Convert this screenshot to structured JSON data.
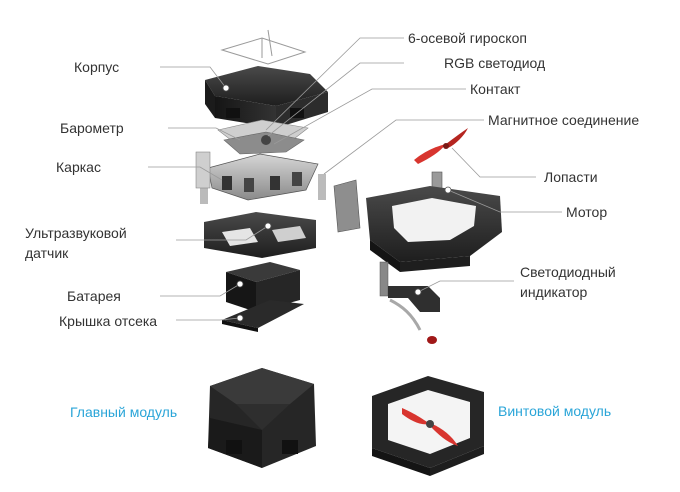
{
  "labels_left": {
    "korpus": "Корпус",
    "barometr": "Барометр",
    "karkas": "Каркас",
    "ultrasonic_1": "Ультразвуковой",
    "ultrasonic_2": "датчик",
    "battery": "Батарея",
    "cover": "Крышка отсека"
  },
  "labels_right": {
    "gyro": "6-осевой гироскоп",
    "rgb": "RGB светодиод",
    "contact": "Контакт",
    "magnetic": "Магнитное соединение",
    "blades": "Лопасти",
    "motor": "Мотор",
    "led_1": "Светодиодный",
    "led_2": "индикатор"
  },
  "modules": {
    "main": "Главный модуль",
    "prop": "Винтовой модуль"
  },
  "colors": {
    "label_text": "#333333",
    "module_text": "#2aa5d8",
    "body_dark": "#262626",
    "propeller": "#d8352f"
  }
}
